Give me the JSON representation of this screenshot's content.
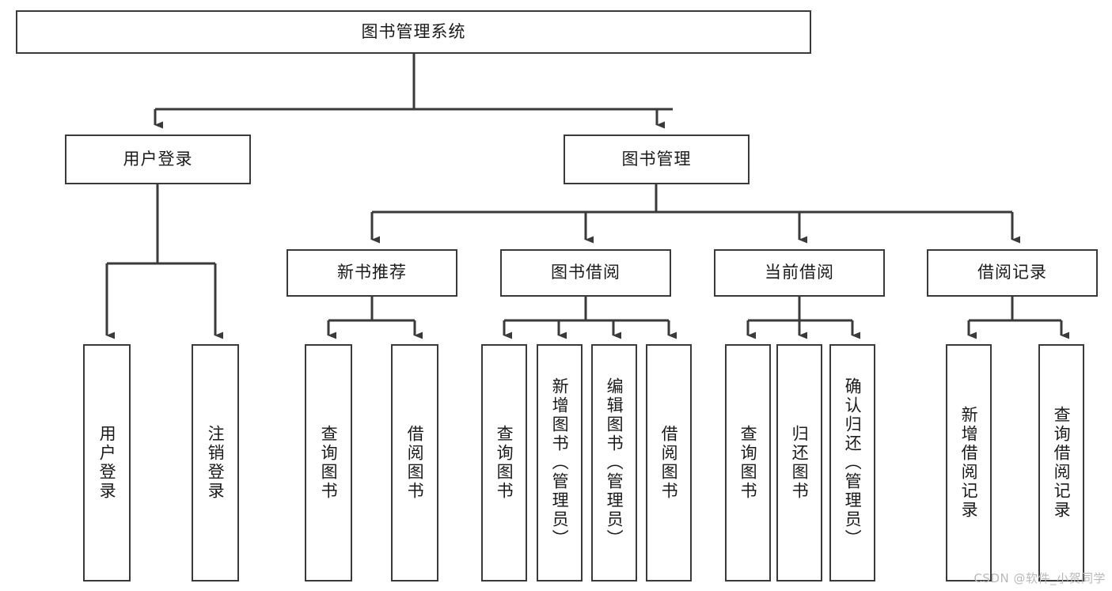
{
  "diagram": {
    "type": "tree-hierarchy",
    "title": "图书管理系统",
    "orientation": "top-down",
    "colors": {
      "box_border": "#3a3a3a",
      "box_fill": "#ffffff",
      "connector": "#3a3a3a",
      "text": "#1a1a1a",
      "watermark": "#b9b9b9",
      "background": "#ffffff"
    },
    "nodes": {
      "root": {
        "id": "root",
        "label": "图书管理系统",
        "level": 1,
        "text_orientation": "horizontal"
      },
      "level2": [
        {
          "id": "user-login",
          "label": "用户登录",
          "level": 2,
          "text_orientation": "horizontal"
        },
        {
          "id": "book-management",
          "label": "图书管理",
          "level": 2,
          "text_orientation": "horizontal"
        }
      ],
      "level3": [
        {
          "id": "new-book-recommend",
          "label": "新书推荐",
          "level": 3,
          "parent": "book-management",
          "text_orientation": "horizontal"
        },
        {
          "id": "book-borrow",
          "label": "图书借阅",
          "level": 3,
          "parent": "book-management",
          "text_orientation": "horizontal"
        },
        {
          "id": "current-borrow",
          "label": "当前借阅",
          "level": 3,
          "parent": "book-management",
          "text_orientation": "horizontal"
        },
        {
          "id": "borrow-record",
          "label": "借阅记录",
          "level": 3,
          "parent": "book-management",
          "text_orientation": "horizontal"
        }
      ],
      "leaves": [
        {
          "id": "leaf-user-login",
          "label": "用户登录",
          "parent": "user-login",
          "text_orientation": "vertical"
        },
        {
          "id": "leaf-user-logout",
          "label": "注销登录",
          "parent": "user-login",
          "text_orientation": "vertical"
        },
        {
          "id": "leaf-recommend-query-book",
          "label": "查询图书",
          "parent": "new-book-recommend",
          "text_orientation": "vertical"
        },
        {
          "id": "leaf-recommend-borrow-book",
          "label": "借阅图书",
          "parent": "new-book-recommend",
          "text_orientation": "vertical"
        },
        {
          "id": "leaf-borrow-query-book",
          "label": "查询图书",
          "parent": "book-borrow",
          "text_orientation": "vertical"
        },
        {
          "id": "leaf-borrow-add-book",
          "label": "新增图书（管理员）",
          "parent": "book-borrow",
          "text_orientation": "vertical"
        },
        {
          "id": "leaf-borrow-edit-book",
          "label": "编辑图书（管理员）",
          "parent": "book-borrow",
          "text_orientation": "vertical"
        },
        {
          "id": "leaf-borrow-borrow-book",
          "label": "借阅图书",
          "parent": "book-borrow",
          "text_orientation": "vertical"
        },
        {
          "id": "leaf-current-query-book",
          "label": "查询图书",
          "parent": "current-borrow",
          "text_orientation": "vertical"
        },
        {
          "id": "leaf-current-return-book",
          "label": "归还图书",
          "parent": "current-borrow",
          "text_orientation": "vertical"
        },
        {
          "id": "leaf-current-confirm-return",
          "label": "确认归还（管理员）",
          "parent": "current-borrow",
          "text_orientation": "vertical"
        },
        {
          "id": "leaf-record-add",
          "label": "新增借阅记录",
          "parent": "borrow-record",
          "text_orientation": "vertical"
        },
        {
          "id": "leaf-record-query",
          "label": "查询借阅记录",
          "parent": "borrow-record",
          "text_orientation": "vertical"
        }
      ]
    }
  },
  "watermark": {
    "text": "CSDN @软件_小贺同学"
  }
}
